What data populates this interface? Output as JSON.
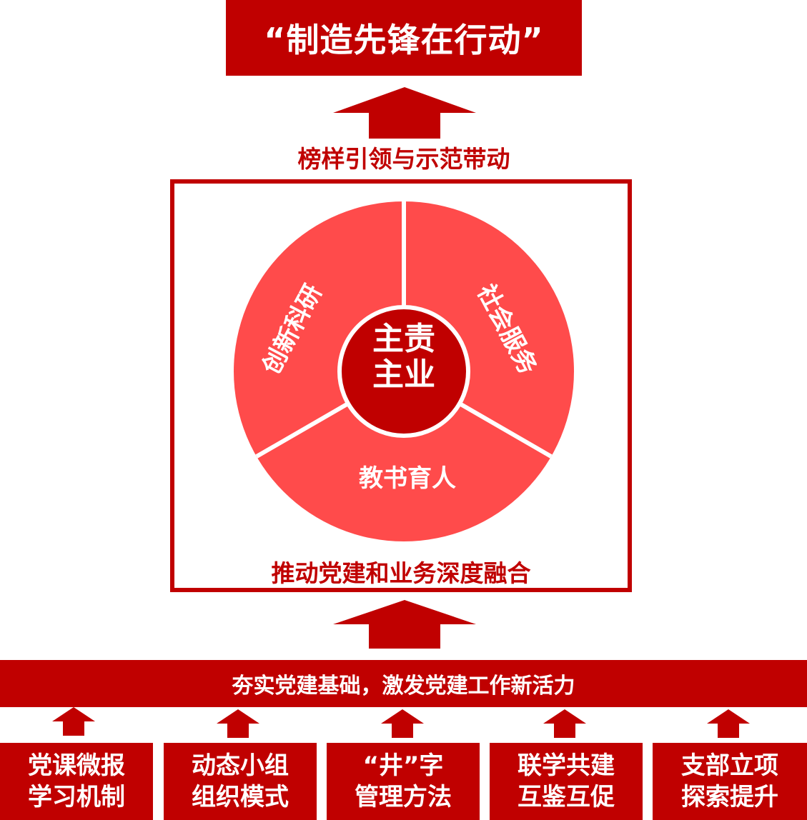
{
  "top": {
    "title": "“制造先锋在行动”",
    "arrow_caption": "榜样引领与示范带动"
  },
  "center": {
    "core_line1": "主责",
    "core_line2": "主业",
    "segments": [
      {
        "label": "创新科研",
        "position": "left"
      },
      {
        "label": "社会服务",
        "position": "right"
      },
      {
        "label": "教书育人",
        "position": "bottom"
      }
    ],
    "frame_caption": "推动党建和业务深度融合"
  },
  "base": {
    "bar_text": "夯实党建基础，激发党建工作新活力"
  },
  "bottom_boxes": [
    {
      "line1": "党课微报",
      "line2": "学习机制"
    },
    {
      "line1": "动态小组",
      "line2": "组织模式"
    },
    {
      "line1": "“井”字",
      "line2": "管理方法"
    },
    {
      "line1": "联学共建",
      "line2": "互鉴互促"
    },
    {
      "line1": "支部立项",
      "line2": "探索提升"
    }
  ],
  "colors": {
    "dark_red": "#c00000",
    "segment_red": "#ff4b4b",
    "core_red": "#c00000",
    "white": "#ffffff"
  }
}
